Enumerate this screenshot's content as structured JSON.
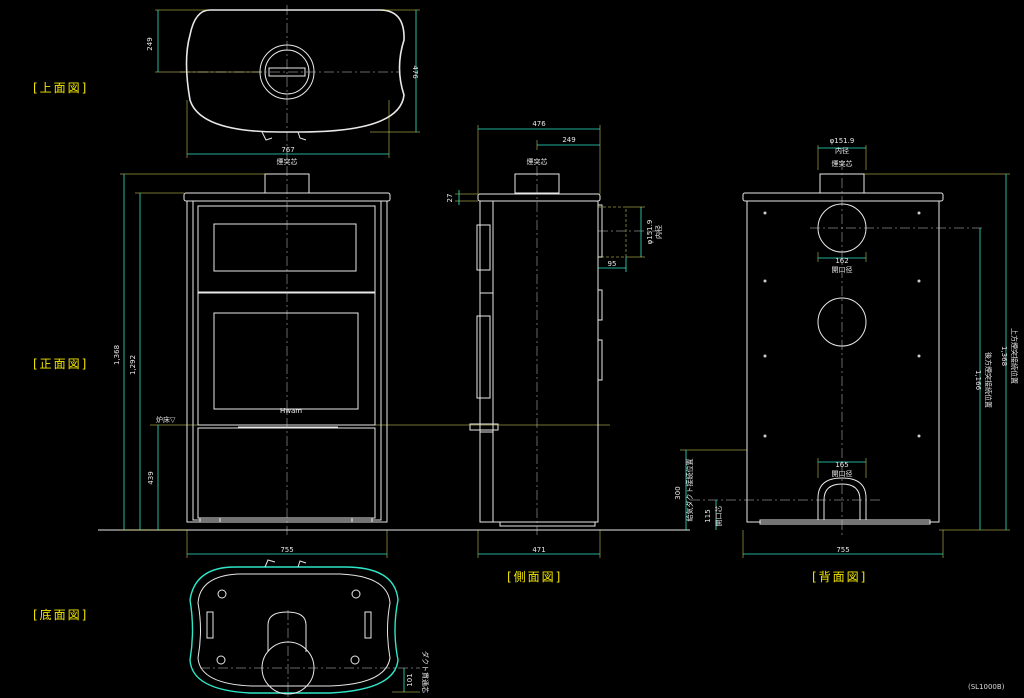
{
  "view_labels": {
    "top": "[上面図]",
    "front": "[正面図]",
    "bottom": "[底面図]",
    "side": "[側面図]",
    "back": "[背面図]"
  },
  "model_code": "(SL1000B)",
  "top_view": {
    "dim_depth": "249",
    "dim_total_depth": "476",
    "dim_width": "767"
  },
  "front_view": {
    "flue_label": "煙突芯",
    "dim_height_total": "1,368",
    "dim_height_body": "1,292",
    "dim_hearth": "439",
    "hearth_label": "炉床▽",
    "dim_width": "755",
    "brand": "Hwam"
  },
  "side_view": {
    "dim_depth": "476",
    "dim_flue_offset": "249",
    "flue_label": "煙突芯",
    "dim_top_plate": "27",
    "dim_flue_diameter": "φ151.9",
    "dim_flue_inner": "内径",
    "dim_flue_drop": "95",
    "dim_width": "471"
  },
  "back_view": {
    "dim_flue_diameter": "φ151.9",
    "dim_flue_inner": "内径",
    "flue_label": "煙突芯",
    "dim_opening_1": "162",
    "opening_label_1": "開口径",
    "dim_height_rear_flue": "1,166",
    "rear_flue_label": "後方煙突接続位置",
    "dim_height_top_flue": "1,368",
    "top_flue_label": "上方煙突接続位置",
    "dim_opening_2": "165",
    "opening_label_2": "開口径",
    "dim_air_intake": "300",
    "air_intake_label": "給気ダクト接続位置",
    "dim_opening_bottom": "115",
    "opening_label_bottom": "開口芯",
    "dim_width": "755"
  },
  "bottom_view": {
    "dim_offset": "101",
    "label": "ダクト貫通芯"
  },
  "colors": {
    "line": "#f0f0f0",
    "dimension": "#2ee6c8",
    "extension": "#f0f060",
    "label": "#f2e600",
    "background": "#000000"
  }
}
